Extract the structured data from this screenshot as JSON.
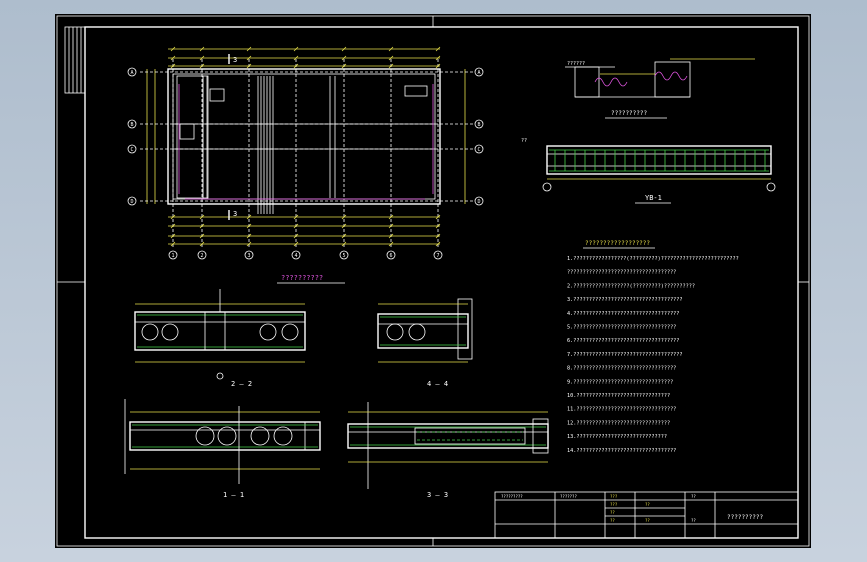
{
  "colors": {
    "background": "#000000",
    "frame": "#ffffff",
    "dimension": "#e8e04a",
    "rebar": "#46d24a",
    "axis_bubble": "#ffffff",
    "note_text": "#ffffff",
    "accent": "#e055e0"
  },
  "plan": {
    "axis_x": [
      "1",
      "2",
      "3",
      "4",
      "5",
      "6",
      "7"
    ],
    "axis_y": [
      "A",
      "B",
      "C",
      "D"
    ],
    "section_mark": "3",
    "caption": "??????????"
  },
  "small_plan": {
    "caption": "??????????",
    "label_left": "??????"
  },
  "beam": {
    "label": "YB-1",
    "left_label": "??"
  },
  "sections": {
    "s22": "2 — 2",
    "s44": "4 — 4",
    "s11": "1 — 1",
    "s33": "3 — 3"
  },
  "notes": {
    "title": "??????????????????",
    "items": [
      "1.?????????????????(?????????)?????????????????????????",
      "???????????????????????????????????",
      "2.??????????????????(?????????)??????????",
      "3.???????????????????????????????????",
      "4.??????????????????????????????????",
      "5.?????????????????????????????????",
      "6.??????????????????????????????????",
      "7.???????????????????????????????????",
      "8.?????????????????????????????????",
      "9.????????????????????????????????",
      "10.??????????????????????????????",
      "11.????????????????????????????????",
      "12.??????????????????????????????",
      "13.?????????????????????????????",
      "14.????????????????????????????????"
    ]
  },
  "title_block": {
    "drawing_name": "??????????",
    "cells": [
      "?????????",
      "???????",
      "???",
      "???",
      "??",
      "??",
      "??",
      "??",
      "??",
      "??"
    ]
  }
}
